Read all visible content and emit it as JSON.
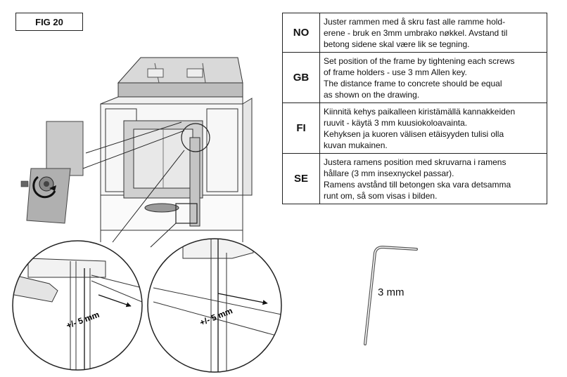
{
  "figure": {
    "label": "FIG 20"
  },
  "instructions": [
    {
      "code": "NO",
      "lines": [
        "Juster rammen med å skru fast alle ramme hold-",
        "erene - bruk en 3mm umbrako nøkkel. Avstand til",
        "betong sidene skal være lik se tegning."
      ]
    },
    {
      "code": "GB",
      "lines": [
        "Set position of the frame by tightening each screws",
        "of frame holders - use 3 mm Allen key.",
        "The distance frame to concrete should be equal",
        "as shown on the drawing."
      ]
    },
    {
      "code": "FI",
      "lines": [
        "Kiinnitä kehys paikalleen kiristämällä kannakkeiden",
        "ruuvit - käytä 3 mm kuusiokoloavainta.",
        "Kehyksen ja kuoren välisen etäisyyden tulisi olla",
        "kuvan mukainen."
      ]
    },
    {
      "code": "SE",
      "lines": [
        "Justera ramens position med skruvarna i ramens",
        "hållare (3 mm insexnyckel passar).",
        "Ramens avstånd till betongen ska vara detsamma",
        "runt om, så som visas i bilden."
      ]
    }
  ],
  "drawing": {
    "gap_label_left": "+/- 5 mm",
    "gap_label_right": "+/- 5 mm",
    "allen_key_label": "3 mm"
  }
}
